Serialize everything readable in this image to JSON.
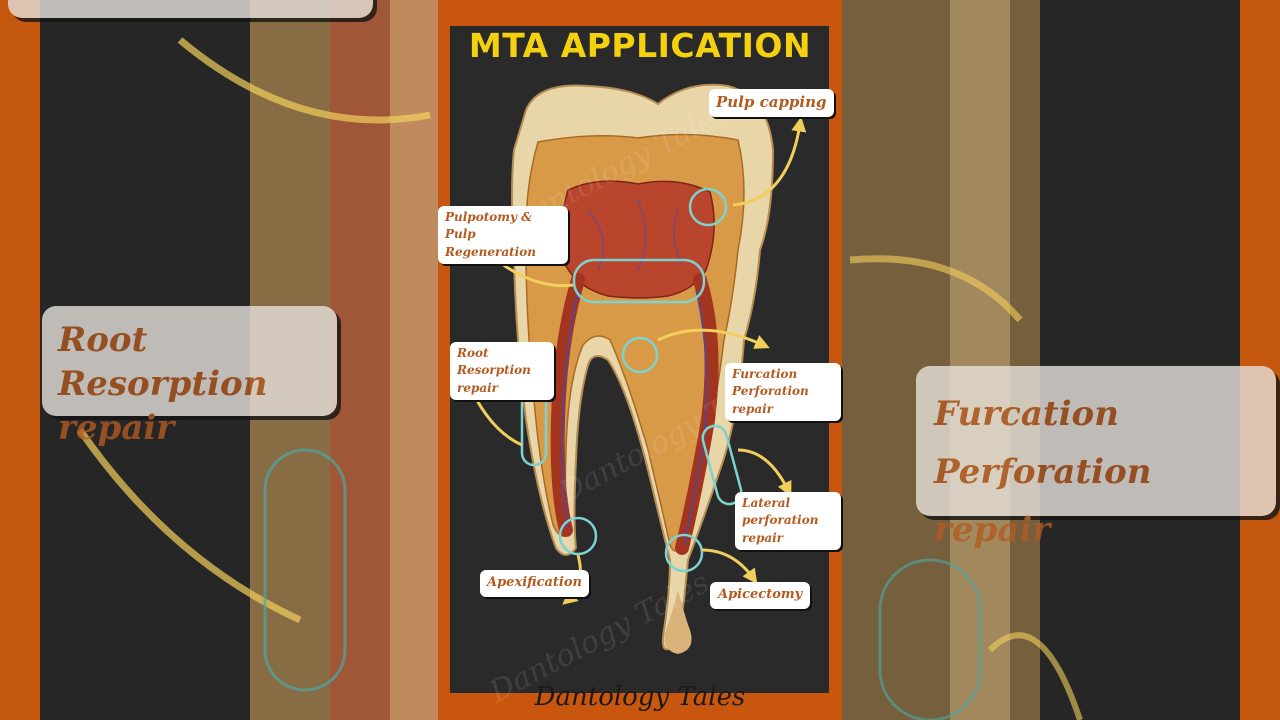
{
  "title": "MTA APPLICATION",
  "labels": {
    "pulp_capping": "Pulp capping",
    "pulpotomy": "Pulpotomy & Pulp\nRegeneration",
    "root_resorption": "Root Resorption\nrepair",
    "furcation": "Furcation\nPerforation repair",
    "lateral": "Lateral\nperforation\nrepair",
    "apexification": "Apexification",
    "apicectomy": "Apicectomy"
  },
  "background_labels": {
    "root_resorption": "Root Resorption\nrepair",
    "furcation": "Furcation\nPerforation repair"
  },
  "watermark": "Dantology Tales",
  "signature": "Dantology Tales",
  "colors": {
    "frame": "#c9560f",
    "title": "#f4d10f",
    "label_text": "#b35a1e",
    "arrow": "#f2cf5b",
    "marker_ring": "#7cd3d0"
  }
}
